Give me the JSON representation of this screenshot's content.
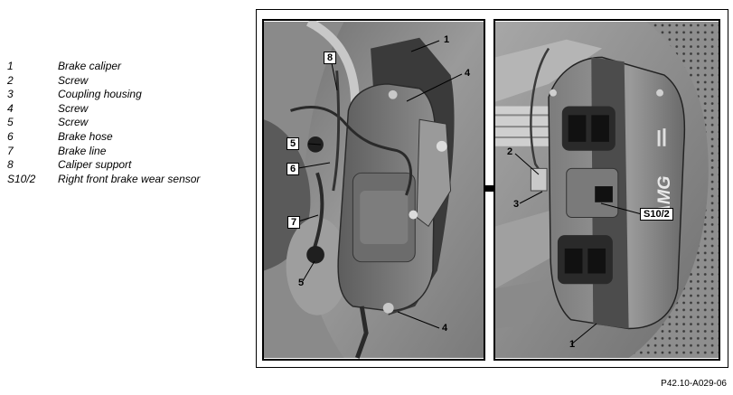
{
  "legend": [
    {
      "num": "1",
      "text": "Brake caliper"
    },
    {
      "num": "2",
      "text": "Screw"
    },
    {
      "num": "3",
      "text": "Coupling housing"
    },
    {
      "num": "4",
      "text": "Screw"
    },
    {
      "num": "5",
      "text": "Screw"
    },
    {
      "num": "6",
      "text": "Brake hose"
    },
    {
      "num": "7",
      "text": "Brake line"
    },
    {
      "num": "8",
      "text": "Caliper support"
    },
    {
      "num": "S10/2",
      "text": "Right front brake wear sensor"
    }
  ],
  "left_callouts": {
    "c8": "8",
    "c1": "1",
    "c4_top": "4",
    "c5_top": "5",
    "c6": "6",
    "c7": "7",
    "c5_bottom": "5",
    "c4_bottom": "4"
  },
  "right_callouts": {
    "c2": "2",
    "c3": "3",
    "s10_2": "S10/2",
    "c1": "1"
  },
  "caliper_logo": "AMG",
  "figure_code": "P42.10-A029-06"
}
